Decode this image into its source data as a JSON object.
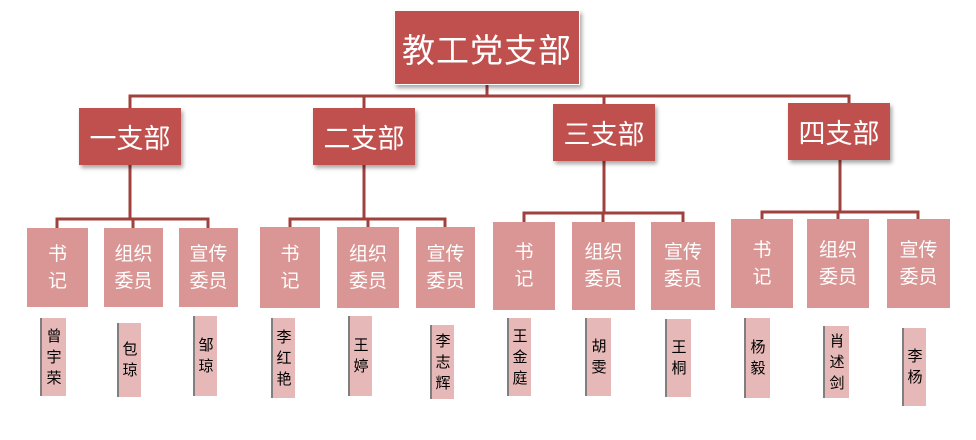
{
  "root": {
    "label": "教工党支部"
  },
  "branches": [
    {
      "label": "一支部",
      "roles": [
        {
          "lines": [
            "书",
            "记"
          ],
          "people": [
            "曾",
            "宇",
            "荣"
          ]
        },
        {
          "lines": [
            "组织",
            "委员"
          ],
          "people": [
            "包",
            "琼"
          ]
        },
        {
          "lines": [
            "宣传",
            "委员"
          ],
          "people": [
            "邹",
            "琼"
          ]
        }
      ]
    },
    {
      "label": "二支部",
      "roles": [
        {
          "lines": [
            "书",
            "记"
          ],
          "people": [
            "李",
            "红",
            "艳"
          ]
        },
        {
          "lines": [
            "组织",
            "委员"
          ],
          "people": [
            "王",
            "婷"
          ]
        },
        {
          "lines": [
            "宣传",
            "委员"
          ],
          "people": [
            "李",
            "志",
            "辉"
          ]
        }
      ]
    },
    {
      "label": "三支部",
      "roles": [
        {
          "lines": [
            "书",
            "记"
          ],
          "people": [
            "王",
            "金",
            "庭"
          ]
        },
        {
          "lines": [
            "组织",
            "委员"
          ],
          "people": [
            "胡",
            "雯"
          ]
        },
        {
          "lines": [
            "宣传",
            "委员"
          ],
          "people": [
            "王",
            "桐"
          ]
        }
      ]
    },
    {
      "label": "四支部",
      "roles": [
        {
          "lines": [
            "书",
            "记"
          ],
          "people": [
            "杨",
            "毅"
          ]
        },
        {
          "lines": [
            "组织",
            "委员"
          ],
          "people": [
            "肖",
            "述",
            "剑"
          ]
        },
        {
          "lines": [
            "宣传",
            "委员"
          ],
          "people": [
            "李",
            "杨"
          ]
        }
      ]
    }
  ],
  "colors": {
    "primary": "#c0504d",
    "role": "#d99694",
    "person": "#e6b9b8",
    "connector": "#a0413e"
  }
}
